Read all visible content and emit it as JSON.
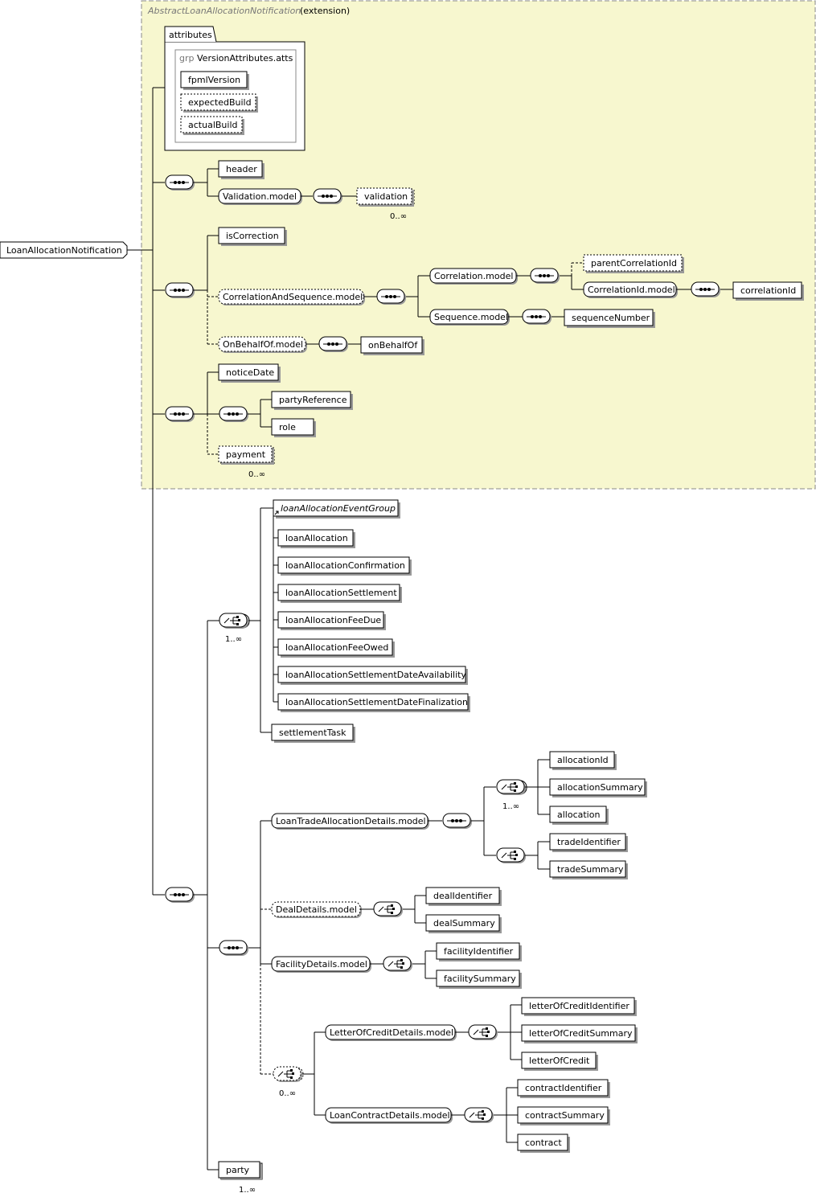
{
  "extension": {
    "type_name": "AbstractLoanAllocationNotification",
    "kind": "(extension)",
    "background": "#f7f7cf"
  },
  "attributes": {
    "tab_label": "attributes",
    "group_prefix": "grp",
    "group_name": "VersionAttributes.atts",
    "items": [
      "fpmlVersion",
      "expectedBuild",
      "actualBuild"
    ]
  },
  "root": "LoanAllocationNotification",
  "elements": {
    "header": "header",
    "validation_model": "Validation.model",
    "validation": "validation",
    "is_correction": "isCorrection",
    "correlation_and_sequence_model": "CorrelationAndSequence.model",
    "correlation_model": "Correlation.model",
    "parent_correlation_id": "parentCorrelationId",
    "correlation_id_model": "CorrelationId.model",
    "correlation_id": "correlationId",
    "sequence_model": "Sequence.model",
    "sequence_number": "sequenceNumber",
    "on_behalf_of_model": "OnBehalfOf.model",
    "on_behalf_of": "onBehalfOf",
    "notice_date": "noticeDate",
    "party_reference": "partyReference",
    "role": "role",
    "payment": "payment",
    "loan_allocation_event_group": "loanAllocationEventGroup",
    "loan_allocation": "loanAllocation",
    "loan_allocation_confirmation": "loanAllocationConfirmation",
    "loan_allocation_settlement": "loanAllocationSettlement",
    "loan_allocation_fee_due": "loanAllocationFeeDue",
    "loan_allocation_fee_owed": "loanAllocationFeeOwed",
    "loan_allocation_settlement_date_availability": "loanAllocationSettlementDateAvailability",
    "loan_allocation_settlement_date_finalization": "loanAllocationSettlementDateFinalization",
    "settlement_task": "settlementTask",
    "loan_trade_allocation_details_model": "LoanTradeAllocationDetails.model",
    "allocation_id": "allocationId",
    "allocation_summary": "allocationSummary",
    "allocation": "allocation",
    "trade_identifier": "tradeIdentifier",
    "trade_summary": "tradeSummary",
    "deal_details_model": "DealDetails.model",
    "deal_identifier": "dealIdentifier",
    "deal_summary": "dealSummary",
    "facility_details_model": "FacilityDetails.model",
    "facility_identifier": "facilityIdentifier",
    "facility_summary": "facilitySummary",
    "letter_of_credit_details_model": "LetterOfCreditDetails.model",
    "letter_of_credit_identifier": "letterOfCreditIdentifier",
    "letter_of_credit_summary": "letterOfCreditSummary",
    "letter_of_credit": "letterOfCredit",
    "loan_contract_details_model": "LoanContractDetails.model",
    "contract_identifier": "contractIdentifier",
    "contract_summary": "contractSummary",
    "contract": "contract",
    "party": "party"
  },
  "cardinality": {
    "zero_to_many": "0..∞",
    "one_to_many": "1..∞"
  }
}
